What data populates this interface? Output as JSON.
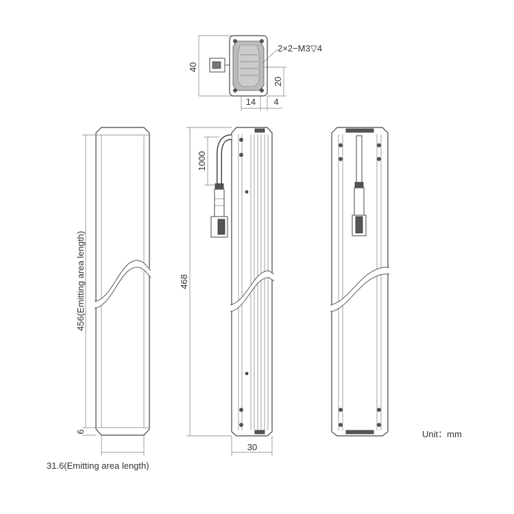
{
  "dimensions": {
    "hole_spec": "2×2−M3▽4",
    "top_height": "40",
    "top_offset": "20",
    "top_width_14": "14",
    "top_width_4": "4",
    "cable_length": "1000",
    "total_length": "468",
    "emitting_length": "456(Emitting area length)",
    "end_margin": "6",
    "emitting_width": "31.6(Emitting area length)",
    "body_width": "30"
  },
  "unit_label": "Unit：mm"
}
